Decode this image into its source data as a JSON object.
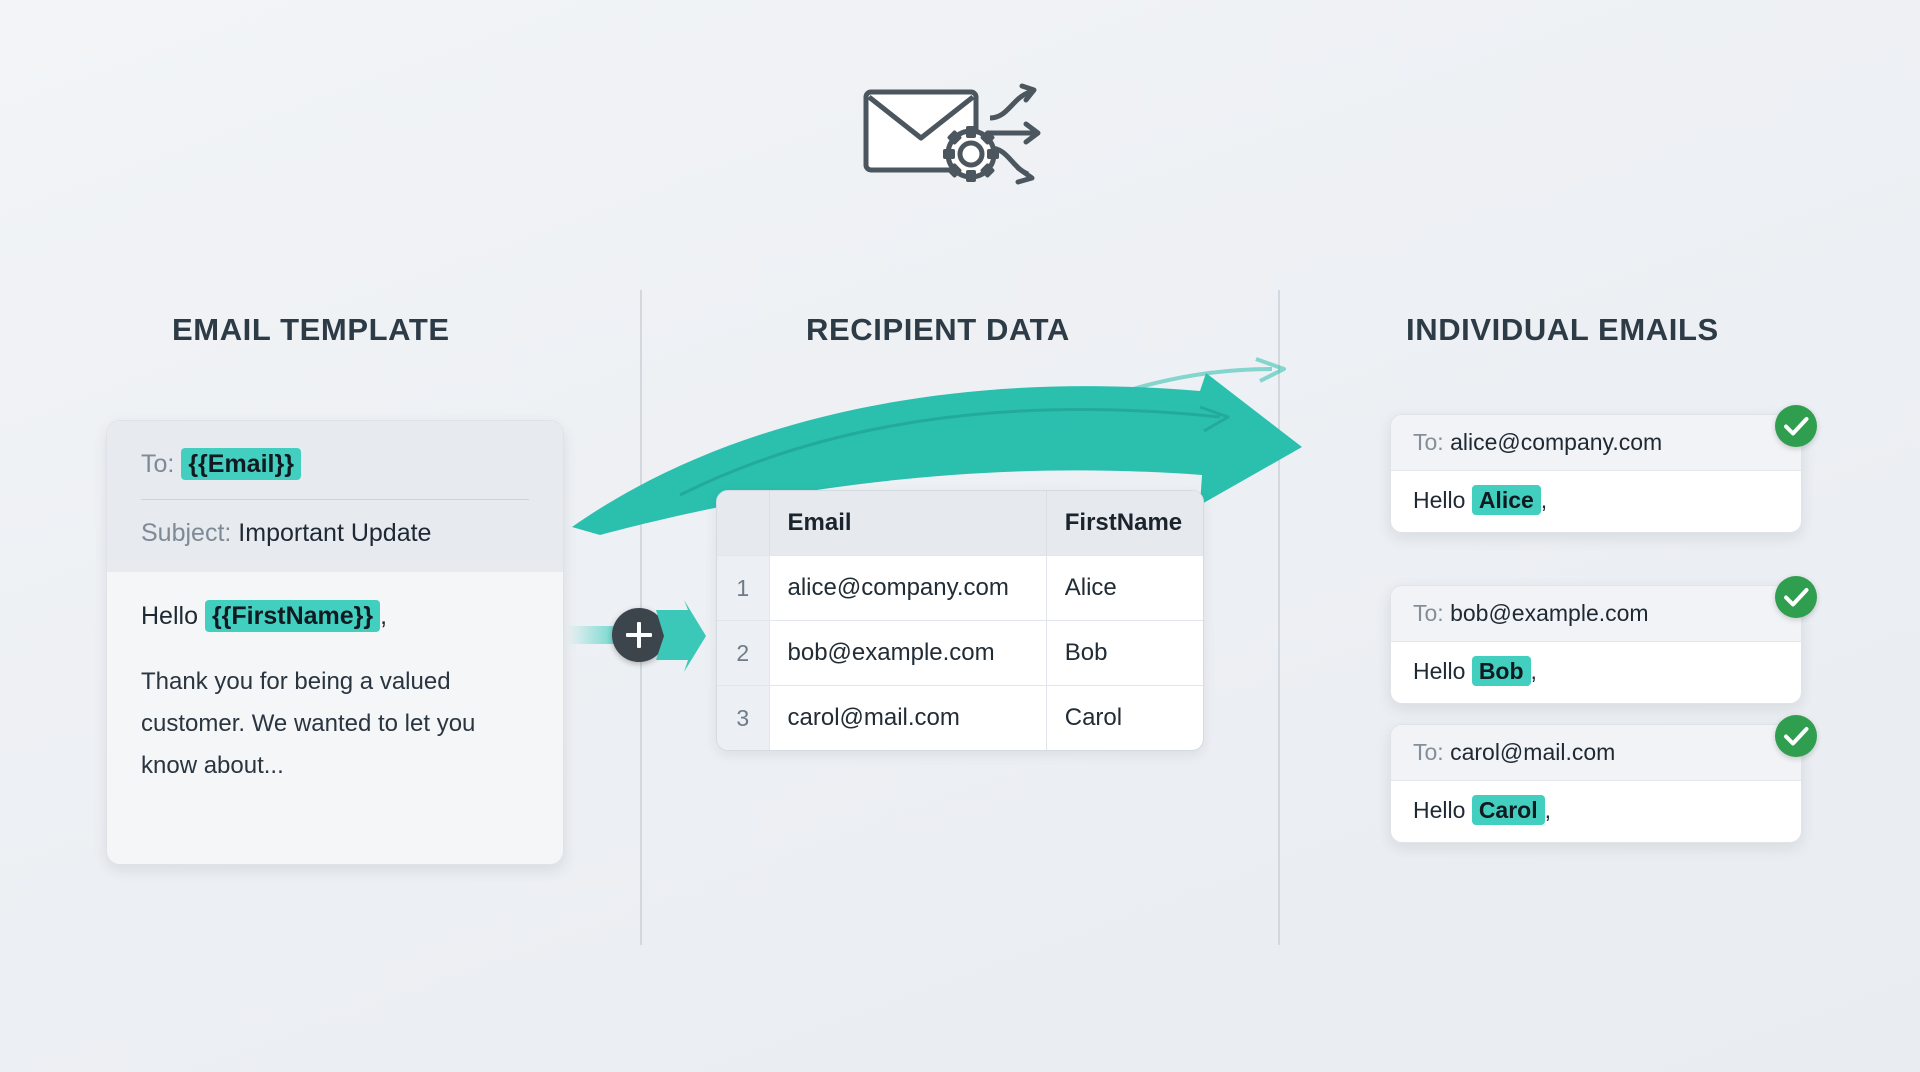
{
  "header": {
    "icon": "envelope-gear-arrows-icon"
  },
  "columns": {
    "template_title": "EMAIL TEMPLATE",
    "recipient_title": "RECIPIENT DATA",
    "emails_title": "INDIVIDUAL EMAILS"
  },
  "template": {
    "to_label": "To:",
    "to_value": "{{Email}}",
    "subject_label": "Subject:",
    "subject_value": "Important Update",
    "greeting_prefix": "Hello",
    "greeting_token": "{{FirstName}}",
    "greeting_suffix": ",",
    "paragraph": "Thank you for being a valued customer. We wanted to let you know about..."
  },
  "connector": {
    "icon": "plus-merge-icon",
    "arrow_icon": "arrow-right-icon"
  },
  "flow": {
    "arrow_icon": "curved-merge-arrow-icon"
  },
  "recipients": {
    "columns": [
      "",
      "Email",
      "FirstName"
    ],
    "rows": [
      {
        "index": "1",
        "email": "alice@company.com",
        "firstname": "Alice"
      },
      {
        "index": "2",
        "email": "bob@example.com",
        "firstname": "Bob"
      },
      {
        "index": "3",
        "email": "carol@mail.com",
        "firstname": "Carol"
      }
    ]
  },
  "emails": [
    {
      "to_label": "To:",
      "to_value": "alice@company.com",
      "greeting_prefix": "Hello",
      "greeting_name": "Alice",
      "greeting_suffix": ",",
      "status_icon": "check-circle-icon"
    },
    {
      "to_label": "To:",
      "to_value": "bob@example.com",
      "greeting_prefix": "Hello",
      "greeting_name": "Bob",
      "greeting_suffix": ",",
      "status_icon": "check-circle-icon"
    },
    {
      "to_label": "To:",
      "to_value": "carol@mail.com",
      "greeting_prefix": "Hello",
      "greeting_name": "Carol",
      "greeting_suffix": ",",
      "status_icon": "check-circle-icon"
    }
  ],
  "colors": {
    "accent_teal": "#43cfc0",
    "arrow_teal": "#2bbfae",
    "success_green": "#2f9e4f",
    "title_slate": "#2d3b47",
    "background": "#eef1f4"
  }
}
